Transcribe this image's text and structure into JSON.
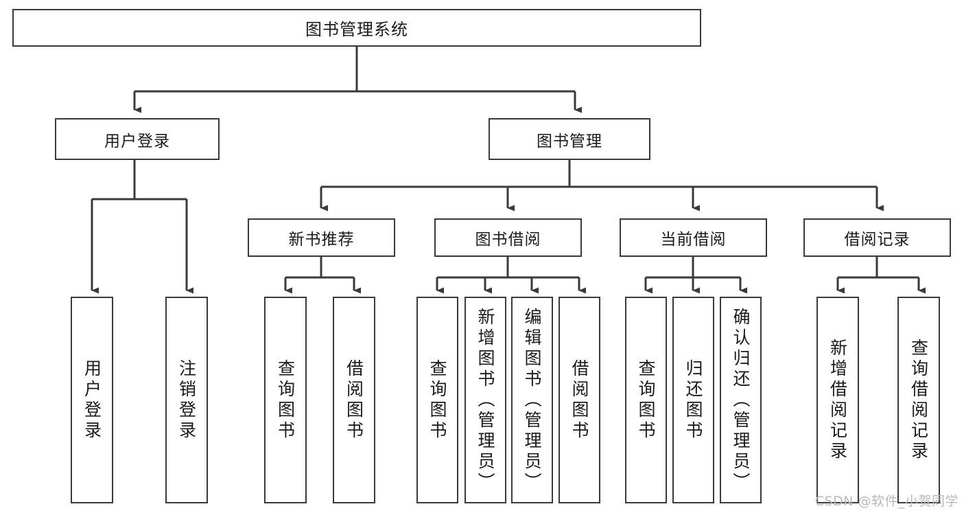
{
  "diagram": {
    "type": "tree",
    "title": "图书管理系统",
    "root": {
      "label": "图书管理系统"
    },
    "level2": [
      {
        "label": "用户登录"
      },
      {
        "label": "图书管理"
      }
    ],
    "level3": [
      {
        "label": "新书推荐"
      },
      {
        "label": "图书借阅"
      },
      {
        "label": "当前借阅"
      },
      {
        "label": "借阅记录"
      }
    ],
    "leaves": {
      "user_login": [
        {
          "label": "用户登录"
        },
        {
          "label": "注销登录"
        }
      ],
      "new_book_recommend": [
        {
          "label": "查询图书"
        },
        {
          "label": "借阅图书"
        }
      ],
      "book_borrow": [
        {
          "label": "查询图书"
        },
        {
          "label": "新增图书（管理员）"
        },
        {
          "label": "编辑图书（管理员）"
        },
        {
          "label": "借阅图书"
        }
      ],
      "current_borrow": [
        {
          "label": "查询图书"
        },
        {
          "label": "归还图书"
        },
        {
          "label": "确认归还（管理员）"
        }
      ],
      "borrow_record": [
        {
          "label": "新增借阅记录"
        },
        {
          "label": "查询借阅记录"
        }
      ]
    }
  },
  "watermark": {
    "text": "CSDN @软件_小贺同学"
  },
  "colors": {
    "background": "#ffffff",
    "stroke": "#3a3a3a",
    "text": "#1b1b1b",
    "watermark": "#b9b9b9"
  }
}
